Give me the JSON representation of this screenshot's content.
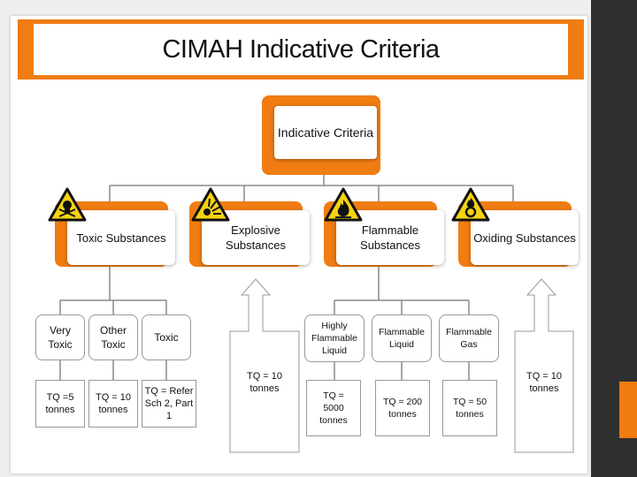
{
  "title": "CIMAH Indicative Criteria",
  "root": {
    "label": "Indicative Criteria"
  },
  "categories": [
    {
      "label": "Toxic Substances",
      "icon": "skull-crossbones-warning-icon"
    },
    {
      "label": "Explosive Substances",
      "icon": "exploding-bomb-warning-icon"
    },
    {
      "label": "Flammable Substances",
      "icon": "flame-warning-icon"
    },
    {
      "label": "Oxiding Substances",
      "icon": "flame-over-circle-warning-icon"
    }
  ],
  "toxic": {
    "subtypes": [
      "Very Toxic",
      "Other Toxic",
      "Toxic"
    ],
    "thresholds": [
      "TQ =5 tonnes",
      "TQ = 10 tonnes",
      "TQ = Refer Sch 2, Part 1"
    ]
  },
  "explosive": {
    "threshold": "TQ = 10 tonnes"
  },
  "flammable": {
    "subtypes": [
      "Highly Flammable Liquid",
      "Flammable Liquid",
      "Flammable Gas"
    ],
    "thresholds": [
      "TQ = 5000 tonnes",
      "TQ = 200 tonnes",
      "TQ = 50 tonnes"
    ]
  },
  "oxiding": {
    "threshold": "TQ = 10 tonnes"
  },
  "colors": {
    "accent": "#f07c12",
    "warning_yellow": "#f5d312",
    "dark_sidebar": "#2f2f2f"
  }
}
